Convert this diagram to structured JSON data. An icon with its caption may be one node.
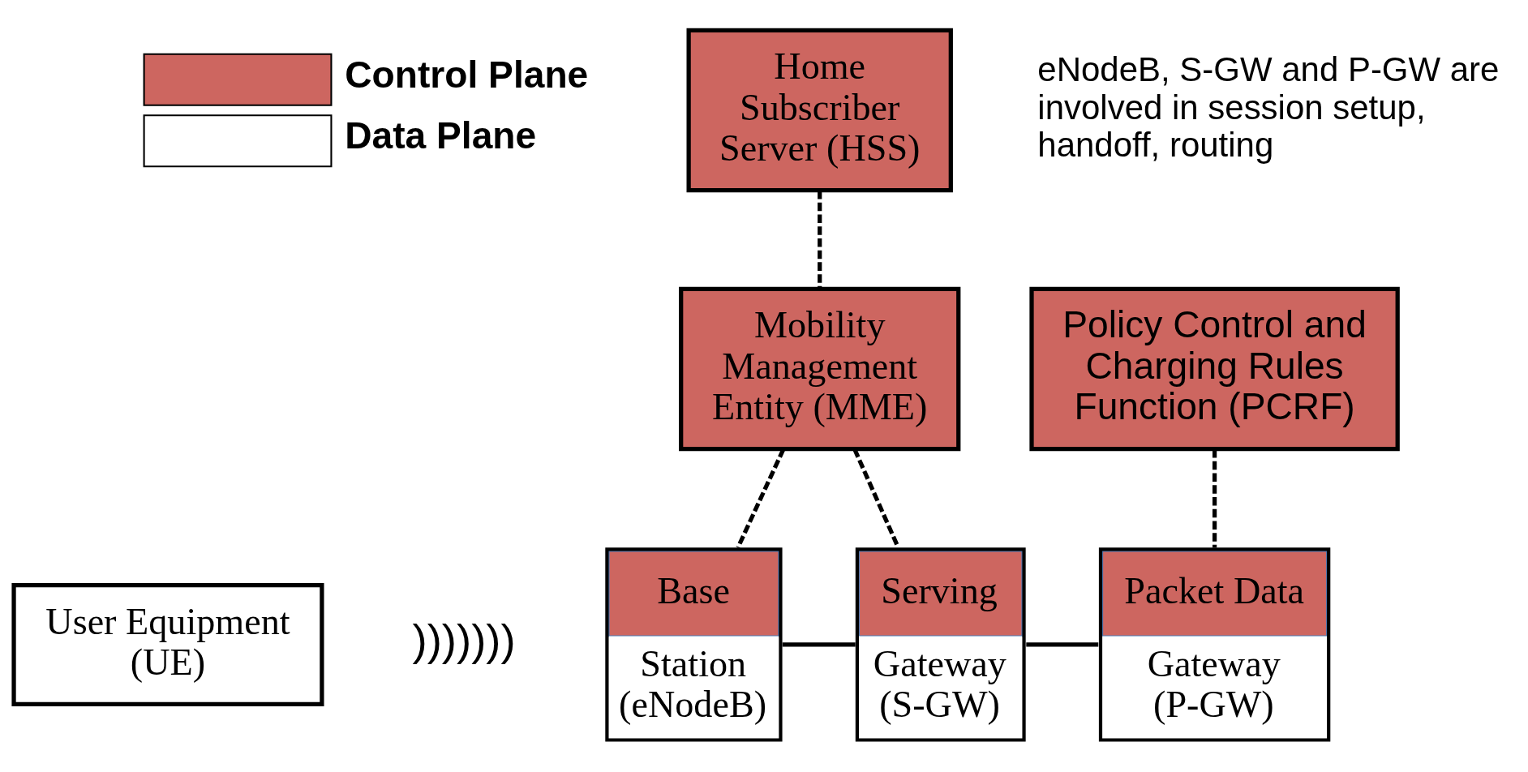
{
  "diagram": {
    "nodes": [
      {
        "text": [
          "Home Subscriber Server (HSS)"
        ]
      },
      {
        "text": [
          "Mobility Management Entity (MME)"
        ]
      },
      {
        "text": [
          "Policy Control and Charging Rules Function (PCRF)"
        ]
      },
      {
        "text": [
          "User Equipment (UE)"
        ]
      },
      {
        "text": [
          "Base",
          "Station (eNodeB)"
        ]
      },
      {
        "text": [
          "Serving",
          "Gateway (S-GW)"
        ]
      },
      {
        "text": [
          "Packet Data",
          "Gateway (P-GW)"
        ]
      }
    ],
    "edges": [
      {
        "from": 0,
        "to": 1,
        "arrow": "none",
        "style": "dashed"
      },
      {
        "from": 1,
        "to": 4,
        "arrow": "none",
        "style": "dashed"
      },
      {
        "from": 1,
        "to": 5,
        "arrow": "none",
        "style": "dashed"
      },
      {
        "from": 2,
        "to": 6,
        "arrow": "none",
        "style": "dashed"
      },
      {
        "from": 4,
        "to": 5,
        "arrow": "none"
      },
      {
        "from": 5,
        "to": 6,
        "arrow": "none"
      }
    ],
    "labels": [
      ")))))))",
      "eNodeB, S-GW and P-GW are involved in session setup, handoff, routing"
    ],
    "legend": [
      {
        "text": "Control Plane",
        "color": "#cd6660"
      },
      {
        "text": "Data Plane",
        "color": "#ffffff"
      }
    ]
  }
}
